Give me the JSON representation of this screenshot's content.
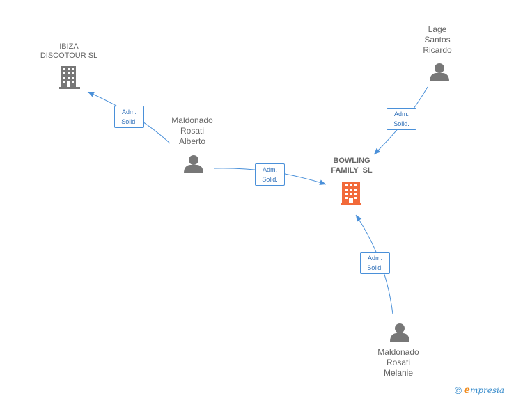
{
  "colors": {
    "edge": "#4a90d9",
    "person": "#777777",
    "company": "#777777",
    "main_company": "#f26a3a"
  },
  "nodes": {
    "ibiza": {
      "lines": [
        "IBIZA",
        "DISCOTOUR SL"
      ],
      "icon": "building-icon"
    },
    "bowling": {
      "lines": [
        "BOWLING",
        "FAMILY  SL"
      ],
      "icon": "building-icon"
    },
    "alberto": {
      "lines": [
        "Maldonado",
        "Rosati",
        "Alberto"
      ],
      "icon": "person-icon"
    },
    "ricardo": {
      "lines": [
        "Lage",
        "Santos",
        "Ricardo"
      ],
      "icon": "person-icon"
    },
    "melanie": {
      "lines": [
        "Maldonado",
        "Rosati",
        "Melanie"
      ],
      "icon": "person-icon"
    }
  },
  "edges": [
    {
      "from": "alberto",
      "to": "ibiza",
      "label": [
        "Adm.",
        "Solid."
      ]
    },
    {
      "from": "alberto",
      "to": "bowling",
      "label": [
        "Adm.",
        "Solid."
      ]
    },
    {
      "from": "ricardo",
      "to": "bowling",
      "label": [
        "Adm.",
        "Solid."
      ]
    },
    {
      "from": "melanie",
      "to": "bowling",
      "label": [
        "Adm.",
        "Solid."
      ]
    }
  ],
  "brand": {
    "copyright": "©",
    "e": "e",
    "name": "mpresia"
  }
}
